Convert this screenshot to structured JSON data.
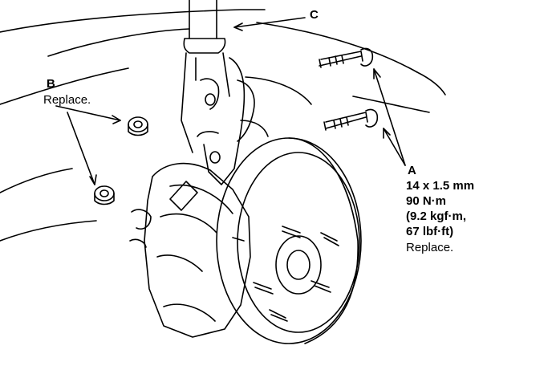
{
  "labels": {
    "c": {
      "letter": "C"
    },
    "b": {
      "letter": "B",
      "text": "Replace."
    },
    "a": {
      "letter": "A",
      "size": "14 x 1.5 mm",
      "torque_nm": "90 N·m",
      "torque_kgf": "(9.2 kgf·m,",
      "torque_lbf": "67 lbf·ft)",
      "text": "Replace."
    }
  }
}
